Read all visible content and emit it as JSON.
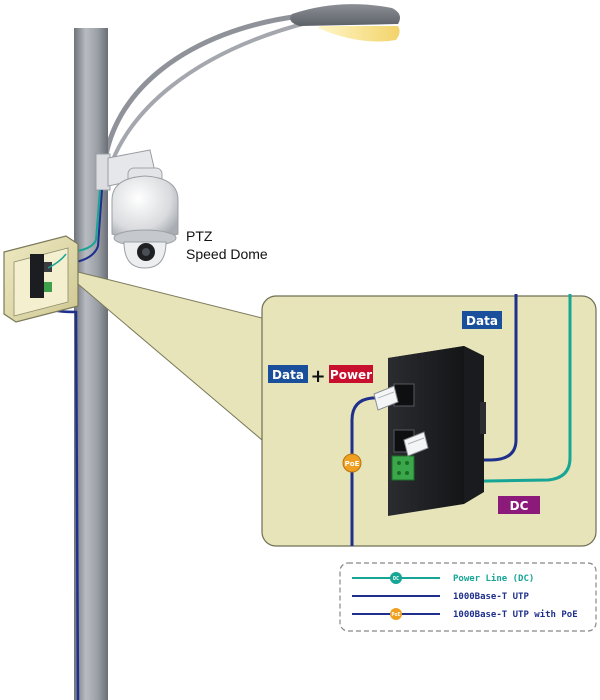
{
  "camera": {
    "line1": "PTZ",
    "line2": "Speed Dome"
  },
  "tags": {
    "data_top": "Data",
    "data_left": "Data",
    "plus": "+",
    "power": "Power",
    "dc": "DC",
    "poe_badge": "PoE"
  },
  "legend": {
    "items": [
      {
        "label": "Power Line (DC)",
        "marker": "DC",
        "color": "#17a596"
      },
      {
        "label": "1000Base-T UTP",
        "marker": "",
        "color": "#1f2f8c"
      },
      {
        "label": "1000Base-T UTP with PoE",
        "marker": "PoE",
        "color": "#1f2f8c"
      }
    ]
  },
  "colors": {
    "dc_line": "#17a596",
    "utp_line": "#1f2f8c",
    "poe_badge": "#f0a020",
    "data_tag": "#1a4f9c",
    "power_tag": "#c8102e",
    "dc_tag": "#8b1a7a",
    "callout_fill": "#e6e4b8",
    "pole": "#8f9399"
  }
}
